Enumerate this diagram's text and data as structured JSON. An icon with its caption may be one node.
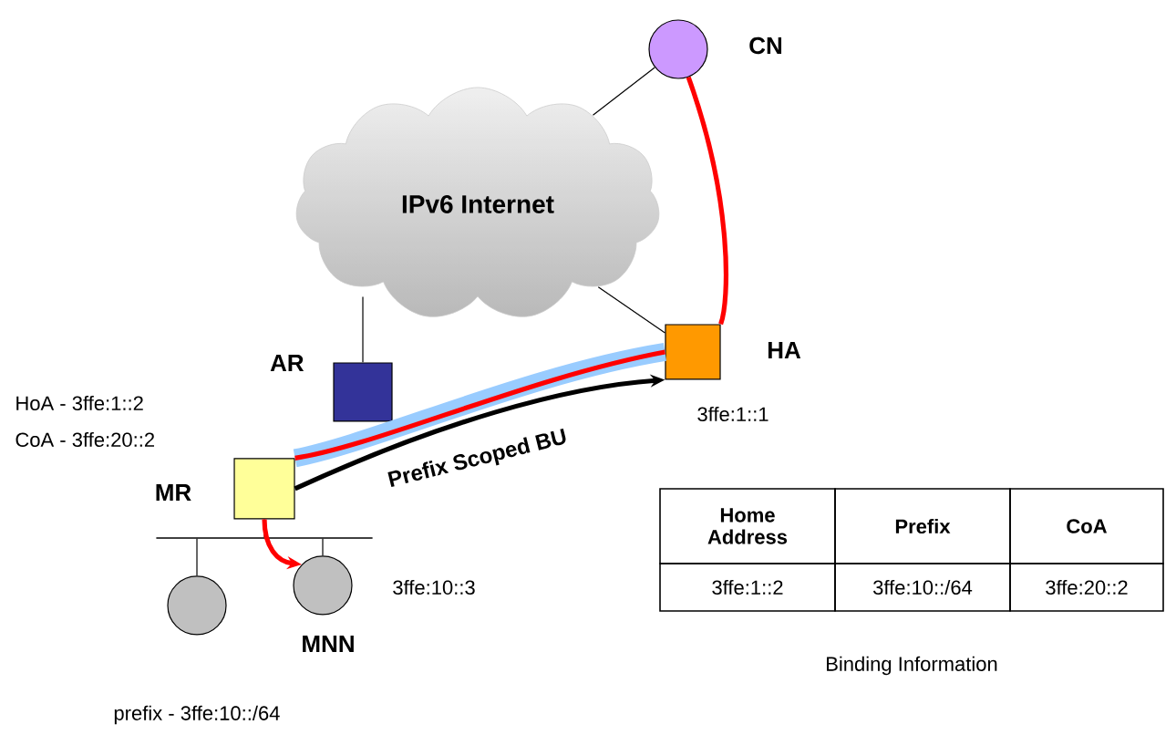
{
  "diagram": {
    "nodes": [
      {
        "text": [
          "IPv6 Internet"
        ]
      },
      {
        "text": [],
        "shape": "circle",
        "beside": [
          "CN"
        ]
      },
      {
        "text": [],
        "shape": "box",
        "beside": [
          "HA",
          "3ffe:1::1"
        ]
      },
      {
        "text": [],
        "shape": "box",
        "beside": [
          "AR"
        ]
      },
      {
        "text": [],
        "shape": "box",
        "beside": [
          "MR",
          "HoA - 3ffe:1::2",
          "CoA - 3ffe:20::2"
        ]
      },
      {
        "text": [],
        "shape": "bar"
      },
      {
        "text": [],
        "shape": "circle"
      },
      {
        "text": [],
        "shape": "circle",
        "beside": [
          "3ffe:10::3",
          "MNN"
        ]
      }
    ],
    "edges": [
      {
        "from": 1,
        "to": 0,
        "arrow": "none"
      },
      {
        "from": 0,
        "to": 2,
        "arrow": "none"
      },
      {
        "from": 3,
        "to": 0,
        "arrow": "none"
      },
      {
        "from": 4,
        "to": 5,
        "arrow": "none"
      },
      {
        "from": 5,
        "to": 6,
        "arrow": "none"
      },
      {
        "from": 5,
        "to": 7,
        "arrow": "none"
      },
      {
        "from": 4,
        "to": 2,
        "arrow": "none",
        "style": "thick",
        "color": "#99ccff"
      },
      {
        "from": 1,
        "to": 2,
        "arrow": "none",
        "style": "thick",
        "color": "#ff0000"
      },
      {
        "from": 2,
        "to": 4,
        "arrow": "none",
        "style": "thick",
        "color": "#ff0000"
      },
      {
        "from": 4,
        "to": 7,
        "arrow": "to",
        "style": "thick",
        "color": "#ff0000"
      },
      {
        "from": 4,
        "to": 2,
        "arrow": "to",
        "style": "thick",
        "label": "Prefix Scoped BU"
      }
    ],
    "labels": [
      "prefix - 3ffe:10::/64",
      "Home Address",
      "Prefix",
      "CoA",
      "3ffe:1::2",
      "3ffe:10::/64",
      "3ffe:20::2",
      "Binding Information"
    ]
  }
}
